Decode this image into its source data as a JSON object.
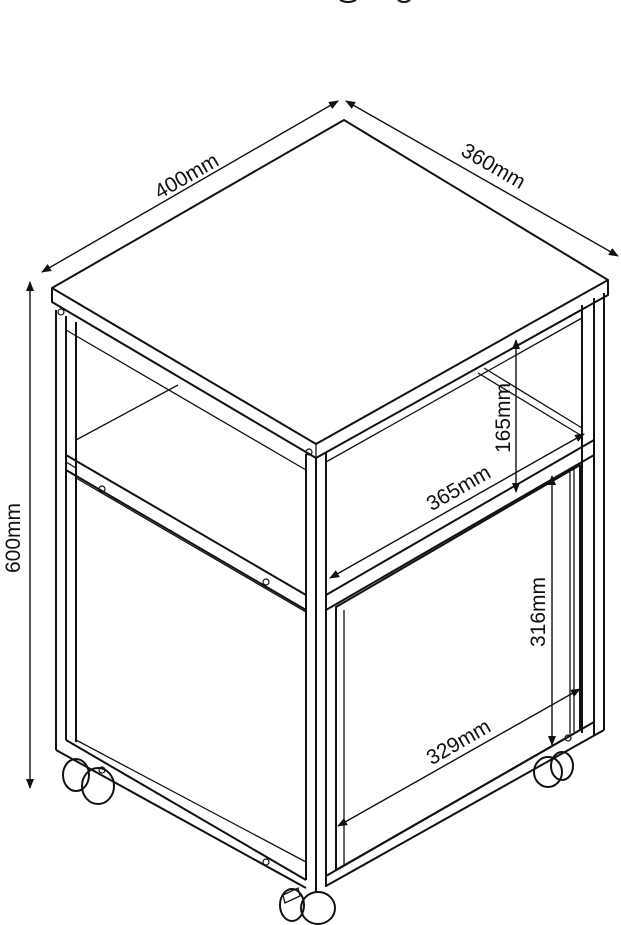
{
  "diagram": {
    "dimensions": {
      "width": "400mm",
      "depth": "360mm",
      "height": "600mm",
      "shelf_height": "165mm",
      "shelf_width": "365mm",
      "door_height": "316mm",
      "door_width": "329mm"
    }
  }
}
